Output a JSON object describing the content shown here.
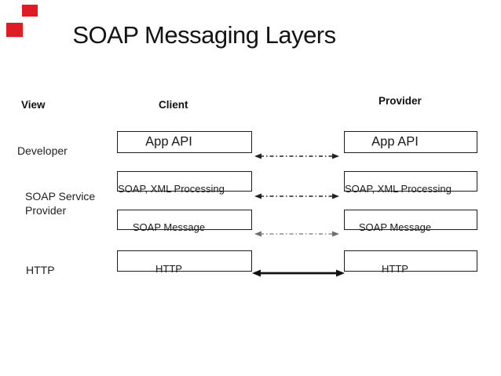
{
  "title": "SOAP Messaging Layers",
  "column_headers": {
    "view": "View",
    "client": "Client",
    "provider": "Provider"
  },
  "view_labels": {
    "developer": "Developer",
    "soap_service_provider": "SOAP Service Provider",
    "http": "HTTP"
  },
  "client_stack": {
    "app_api": "App API",
    "soap_xml_processing": "SOAP, XML Processing",
    "soap_message": "SOAP Message",
    "http": "HTTP"
  },
  "provider_stack": {
    "app_api": "App API",
    "soap_xml_processing": "SOAP, XML Processing",
    "soap_message": "SOAP Message",
    "http": "HTTP"
  },
  "colors": {
    "background": "#ffffff",
    "text": "#1a1a1a",
    "box_border": "#1c1c1c",
    "arrow_dark": "#222222",
    "arrow_grey": "#8c8c8c",
    "arrow_solid": "#111111",
    "red_mark": "#e01b24"
  }
}
